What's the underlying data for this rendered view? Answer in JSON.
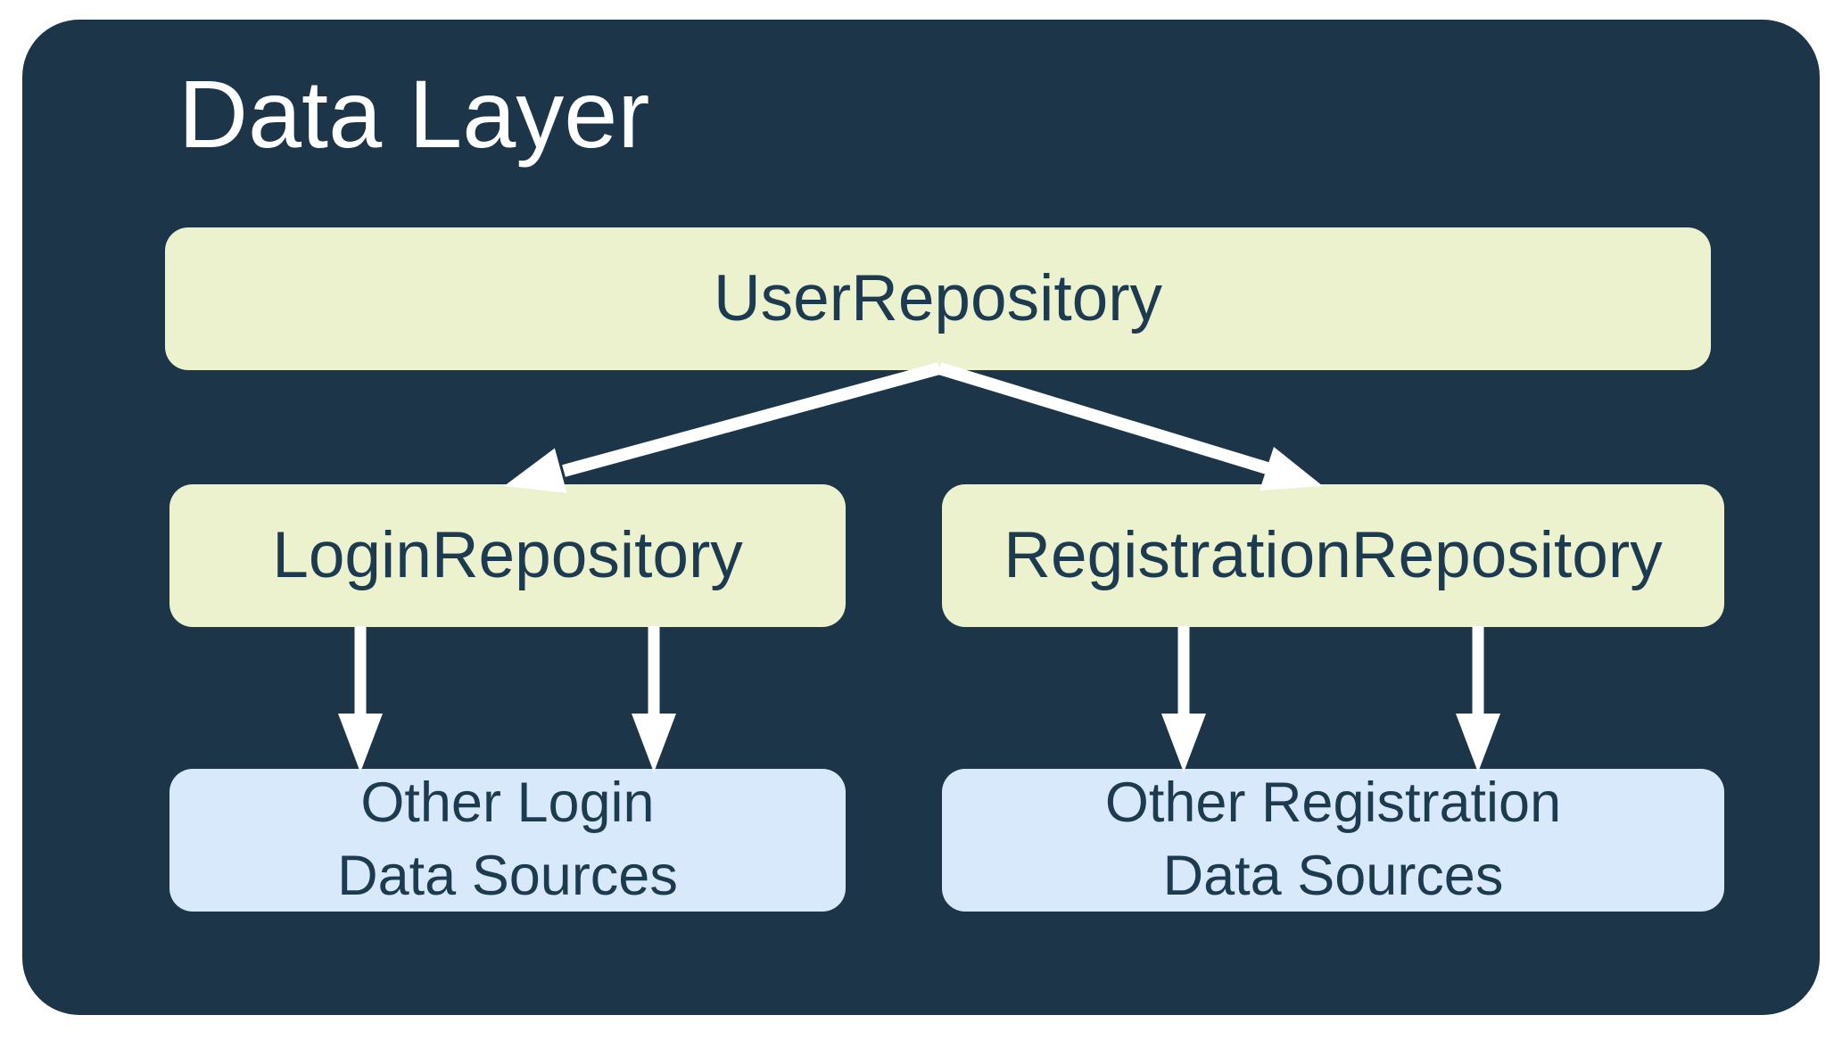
{
  "diagram": {
    "title": "Data Layer",
    "nodes": {
      "user_repository": {
        "label": "UserRepository",
        "kind": "repository"
      },
      "login_repository": {
        "label": "LoginRepository",
        "kind": "repository"
      },
      "registration_repository": {
        "label": "RegistrationRepository",
        "kind": "repository"
      },
      "other_login_data_sources": {
        "line1": "Other Login",
        "line2": "Data Sources",
        "kind": "data-source"
      },
      "other_registration_data_sources": {
        "line1": "Other Registration",
        "line2": "Data Sources",
        "kind": "data-source"
      }
    },
    "edges": [
      {
        "from": "UserRepository",
        "to": "LoginRepository",
        "arrows": 1
      },
      {
        "from": "UserRepository",
        "to": "RegistrationRepository",
        "arrows": 1
      },
      {
        "from": "LoginRepository",
        "to": "Other Login Data Sources",
        "arrows": 2
      },
      {
        "from": "RegistrationRepository",
        "to": "Other Registration Data Sources",
        "arrows": 2
      }
    ],
    "colors": {
      "canvas": "#FFFFFF",
      "container": "#1C3548",
      "repository_fill": "#ECF1CE",
      "data_source_fill": "#D8E9FB",
      "node_text": "#1D3B50",
      "title_text": "#FFFFFF",
      "arrow": "#FFFFFF"
    }
  }
}
